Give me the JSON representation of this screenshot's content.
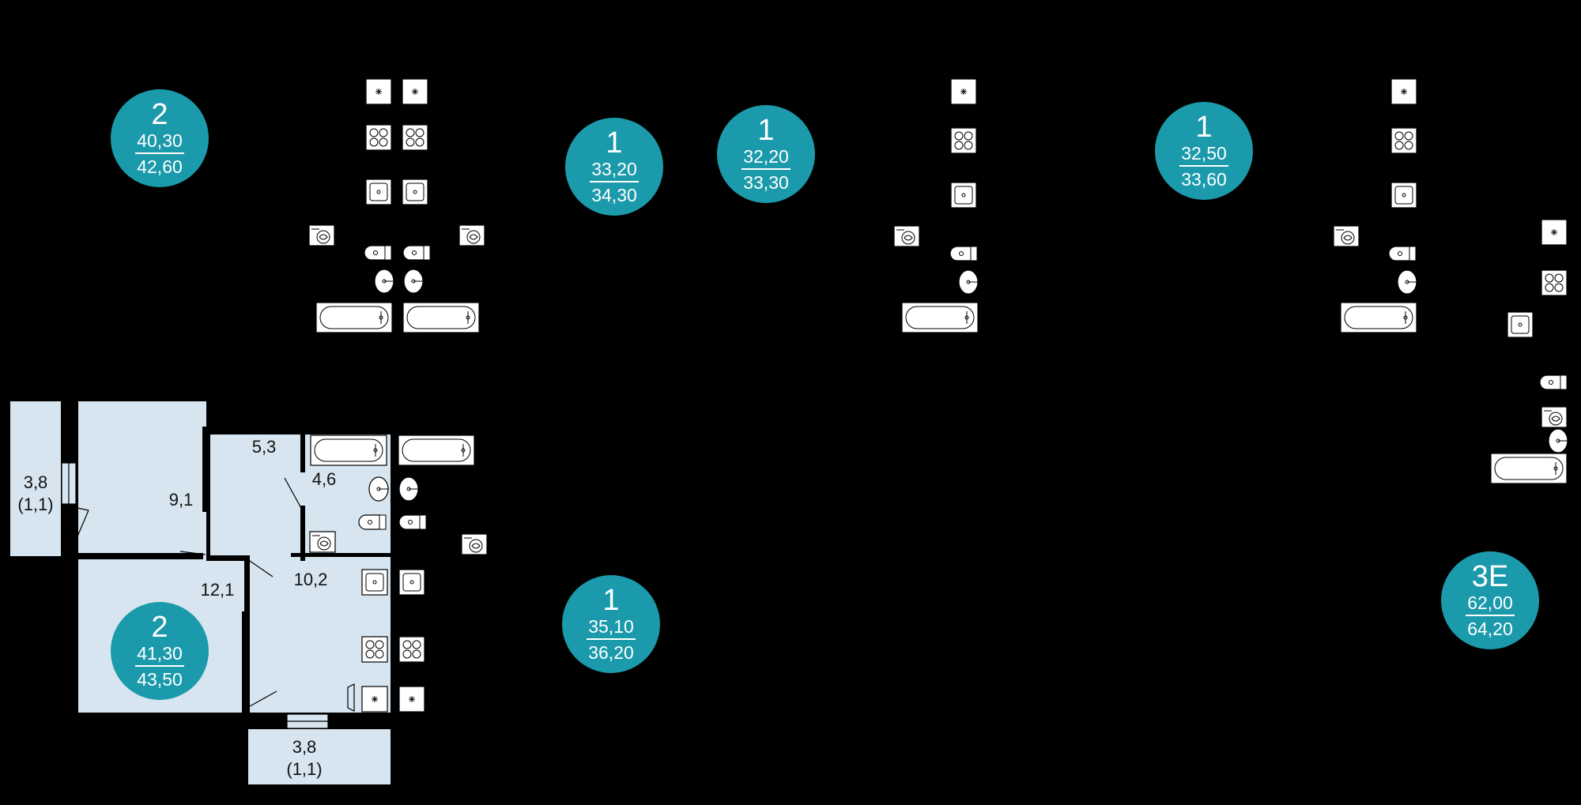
{
  "colors": {
    "background": "#000000",
    "badge": "#1b9aab",
    "room_fill": "#d6e5ef",
    "wall": "#000000",
    "fixture_fill": "#ffffff"
  },
  "badges": [
    {
      "id": "b1",
      "rooms": "2",
      "area_a": "40,30",
      "area_b": "42,60"
    },
    {
      "id": "b2",
      "rooms": "1",
      "area_a": "33,20",
      "area_b": "34,30"
    },
    {
      "id": "b3",
      "rooms": "1",
      "area_a": "32,20",
      "area_b": "33,30"
    },
    {
      "id": "b4",
      "rooms": "1",
      "area_a": "32,50",
      "area_b": "33,60"
    },
    {
      "id": "b5",
      "rooms": "2",
      "area_a": "41,30",
      "area_b": "43,50"
    },
    {
      "id": "b6",
      "rooms": "1",
      "area_a": "35,10",
      "area_b": "36,20"
    },
    {
      "id": "b7",
      "rooms": "3Е",
      "area_a": "62,00",
      "area_b": "64,20"
    }
  ],
  "room_labels": {
    "balcony_left": "3,8\n(1,1)",
    "room_9_1": "9,1",
    "hall_5_3": "5,3",
    "bath_4_6": "4,6",
    "room_12_1": "12,1",
    "kitchen_10_2": "10,2",
    "balcony_bottom": "3,8\n(1,1)"
  }
}
